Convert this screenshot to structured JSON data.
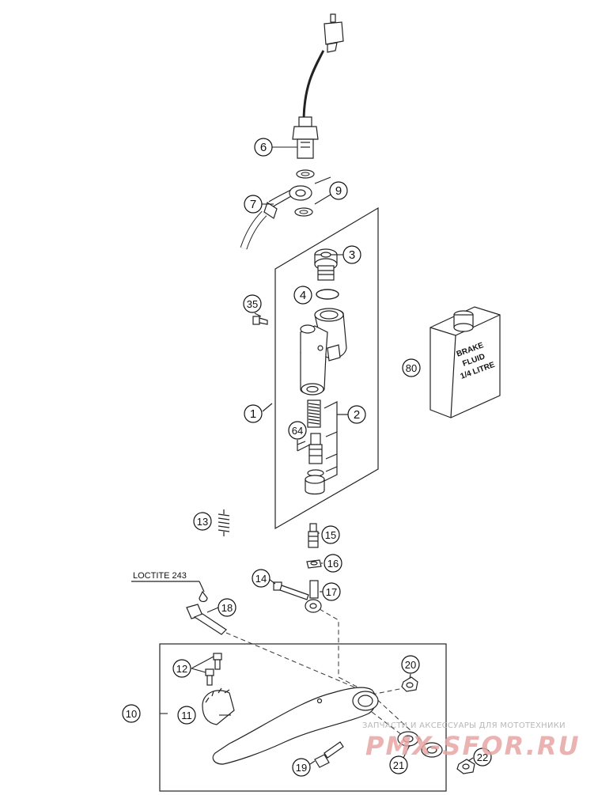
{
  "diagram": {
    "callouts": [
      {
        "id": "c1",
        "label": "1"
      },
      {
        "id": "c2",
        "label": "2"
      },
      {
        "id": "c3",
        "label": "3"
      },
      {
        "id": "c4",
        "label": "4"
      },
      {
        "id": "c6",
        "label": "6"
      },
      {
        "id": "c7",
        "label": "7"
      },
      {
        "id": "c9",
        "label": "9"
      },
      {
        "id": "c10",
        "label": "10"
      },
      {
        "id": "c11",
        "label": "11"
      },
      {
        "id": "c12",
        "label": "12"
      },
      {
        "id": "c13",
        "label": "13"
      },
      {
        "id": "c14",
        "label": "14"
      },
      {
        "id": "c15",
        "label": "15"
      },
      {
        "id": "c16",
        "label": "16"
      },
      {
        "id": "c17",
        "label": "17"
      },
      {
        "id": "c18",
        "label": "18"
      },
      {
        "id": "c19",
        "label": "19"
      },
      {
        "id": "c20",
        "label": "20"
      },
      {
        "id": "c21",
        "label": "21"
      },
      {
        "id": "c22",
        "label": "22"
      },
      {
        "id": "c35",
        "label": "35"
      },
      {
        "id": "c64",
        "label": "64"
      },
      {
        "id": "c80",
        "label": "80"
      }
    ],
    "loctite_label": "LOCTITE 243",
    "bottle": {
      "line1": "BRAKE",
      "line2": "FLUID",
      "line3": "1/4 LITRE"
    }
  },
  "watermark": {
    "caption": "ЗАПЧАСТИ И АКСЕССУАРЫ ДЛЯ МОТОТЕХНИКИ",
    "logo": "PMX-SFOR.RU"
  }
}
